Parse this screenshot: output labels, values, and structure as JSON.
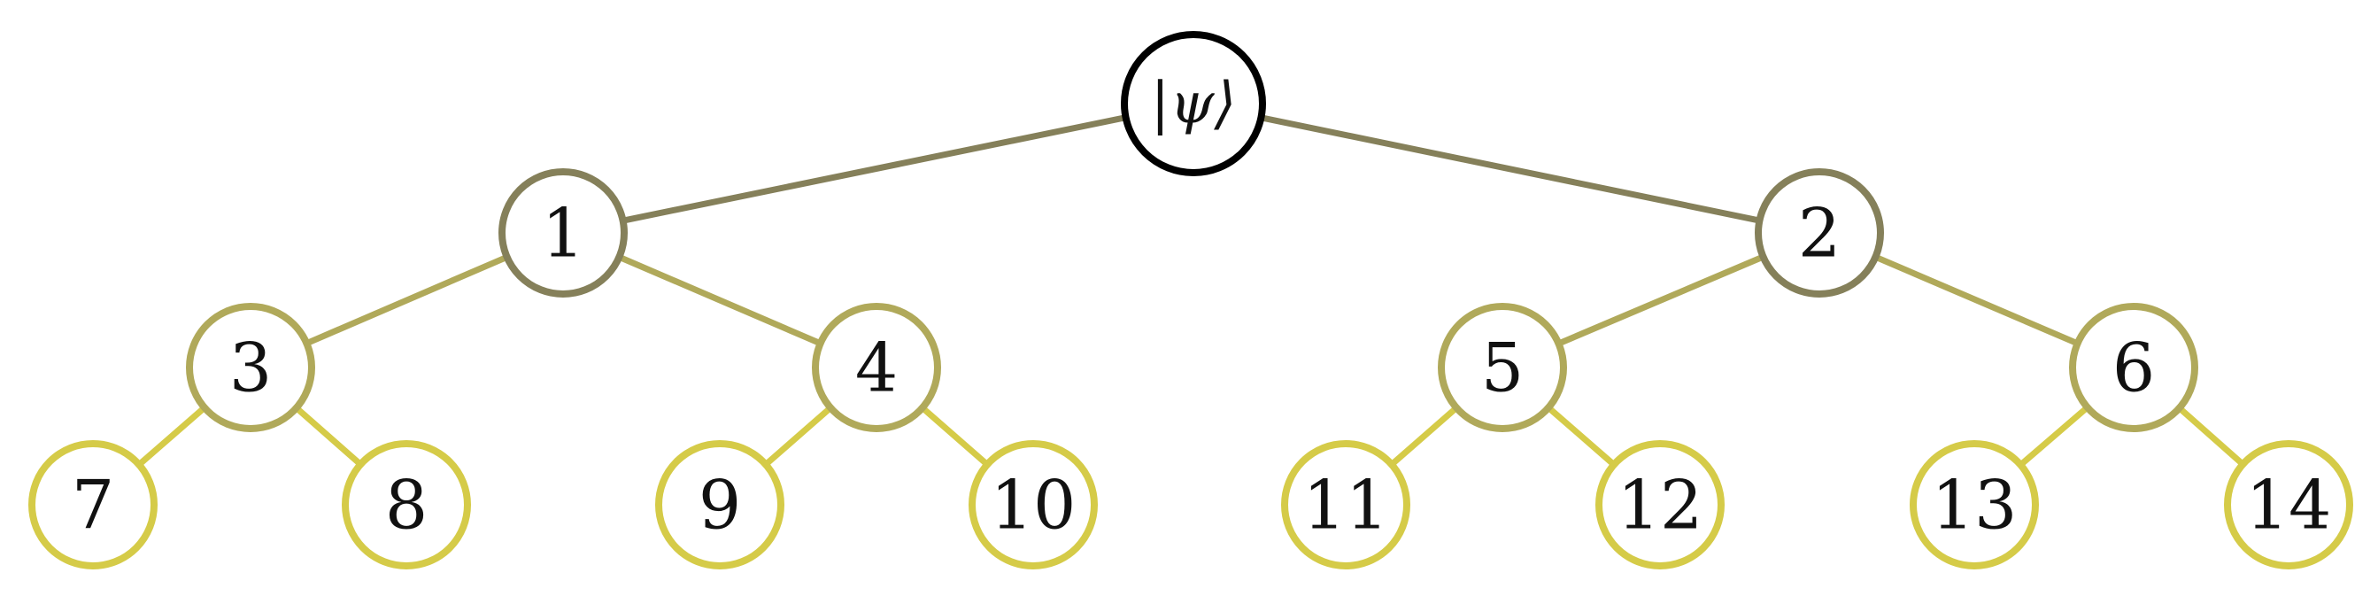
{
  "root": {
    "id": "root",
    "label": "|ψ⟩",
    "color": "#000000"
  },
  "levels": [
    {
      "depth": 1,
      "color": "#85805a"
    },
    {
      "depth": 2,
      "color": "#b0a95a"
    },
    {
      "depth": 3,
      "color": "#d5cb48"
    }
  ],
  "nodes": [
    {
      "id": "n1",
      "label": "1",
      "parent": "root",
      "depth": 1
    },
    {
      "id": "n2",
      "label": "2",
      "parent": "root",
      "depth": 1
    },
    {
      "id": "n3",
      "label": "3",
      "parent": "n1",
      "depth": 2
    },
    {
      "id": "n4",
      "label": "4",
      "parent": "n1",
      "depth": 2
    },
    {
      "id": "n5",
      "label": "5",
      "parent": "n2",
      "depth": 2
    },
    {
      "id": "n6",
      "label": "6",
      "parent": "n2",
      "depth": 2
    },
    {
      "id": "n7",
      "label": "7",
      "parent": "n3",
      "depth": 3
    },
    {
      "id": "n8",
      "label": "8",
      "parent": "n3",
      "depth": 3
    },
    {
      "id": "n9",
      "label": "9",
      "parent": "n4",
      "depth": 3
    },
    {
      "id": "n10",
      "label": "10",
      "parent": "n4",
      "depth": 3
    },
    {
      "id": "n11",
      "label": "11",
      "parent": "n5",
      "depth": 3
    },
    {
      "id": "n12",
      "label": "12",
      "parent": "n5",
      "depth": 3
    },
    {
      "id": "n13",
      "label": "13",
      "parent": "n6",
      "depth": 3
    },
    {
      "id": "n14",
      "label": "14",
      "parent": "n6",
      "depth": 3
    }
  ]
}
